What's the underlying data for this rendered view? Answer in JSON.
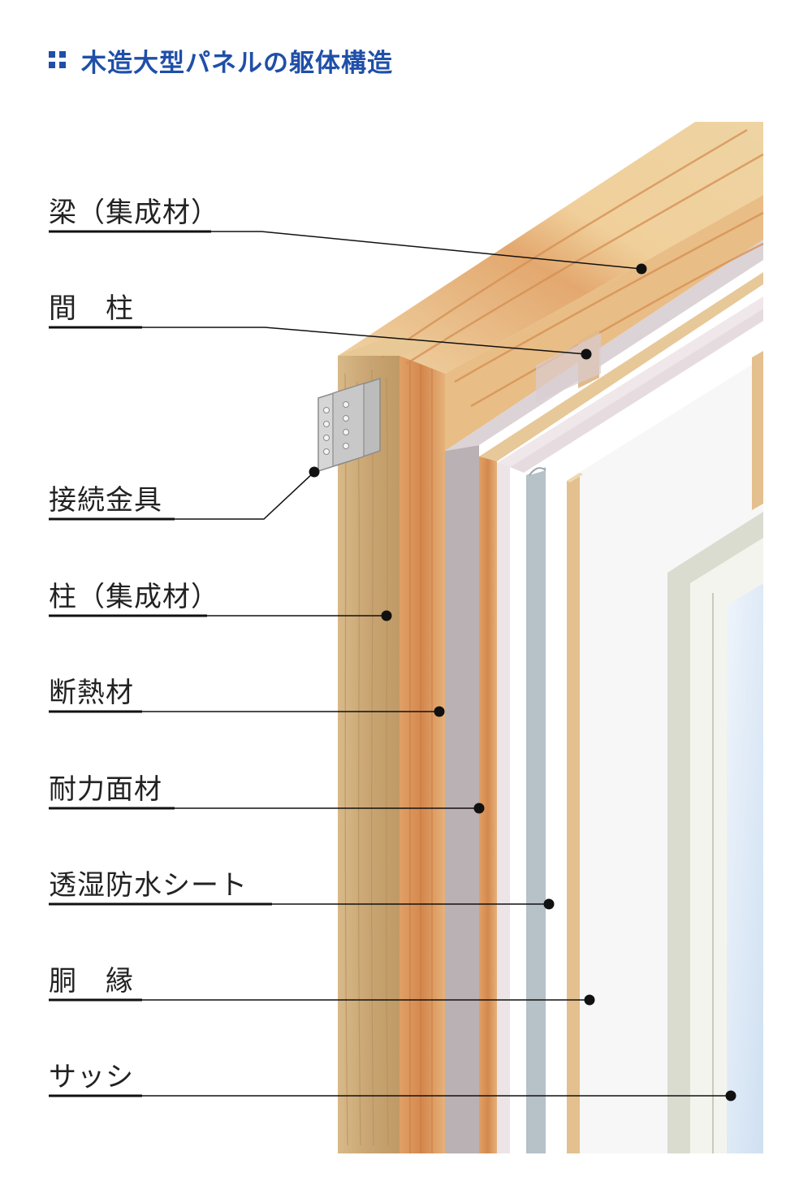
{
  "title": "木造大型パネルの躯体構造",
  "accent_color": "#1f4fa8",
  "labels": [
    {
      "id": "beam",
      "text": "梁（集成材）"
    },
    {
      "id": "stud",
      "text": "間　柱"
    },
    {
      "id": "connector",
      "text": "接続金具"
    },
    {
      "id": "column",
      "text": "柱（集成材）"
    },
    {
      "id": "insulation",
      "text": "断熱材"
    },
    {
      "id": "structural-panel",
      "text": "耐力面材"
    },
    {
      "id": "breathable-sheet",
      "text": "透湿防水シート"
    },
    {
      "id": "furring",
      "text": "胴　縁"
    },
    {
      "id": "sash",
      "text": "サッシ"
    }
  ]
}
